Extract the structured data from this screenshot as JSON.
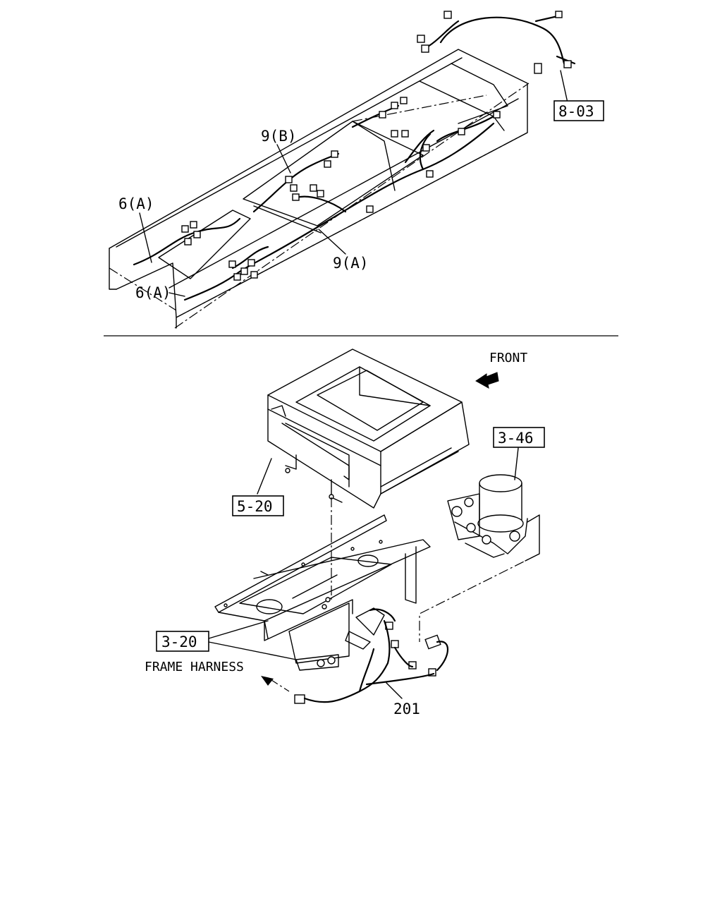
{
  "callouts": {
    "ref_8_03": "8-03",
    "ref_9b": "9(B)",
    "ref_6a_upper": "6(A)",
    "ref_9a": "9(A)",
    "ref_6a_lower": "6(A)",
    "front": "FRONT",
    "ref_3_46": "3-46",
    "ref_5_20": "5-20",
    "ref_3_20": "3-20",
    "frame_harness": "FRAME HARNESS",
    "part_201": "201"
  },
  "boxed_refs": [
    "8-03",
    "3-46",
    "5-20",
    "3-20"
  ]
}
